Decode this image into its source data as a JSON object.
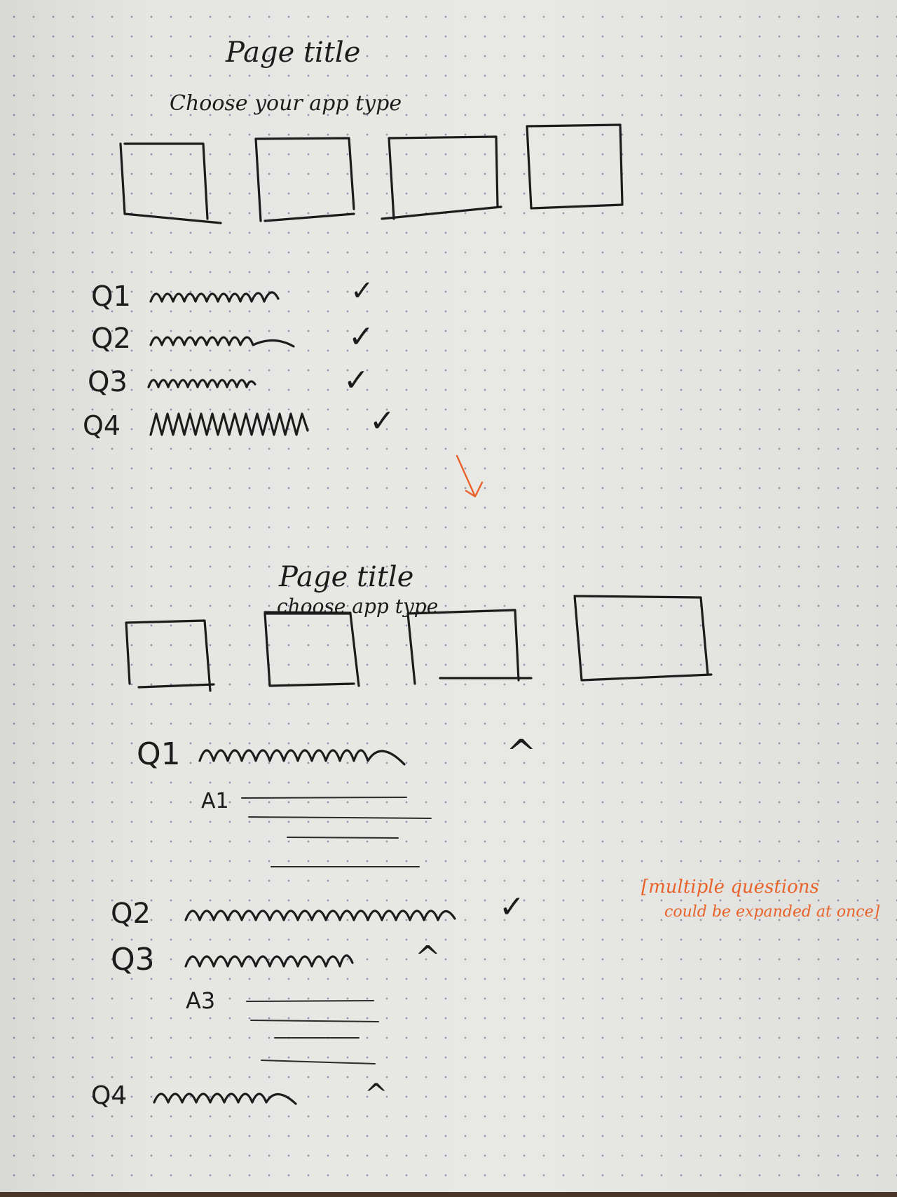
{
  "sketch_top": {
    "title": "Page title",
    "subtitle": "Choose your app type",
    "questions": [
      {
        "label": "Q1",
        "indicator": "✓"
      },
      {
        "label": "Q2",
        "indicator": "✓"
      },
      {
        "label": "Q3",
        "indicator": "✓"
      },
      {
        "label": "Q4",
        "indicator": "✓"
      }
    ]
  },
  "sketch_bottom": {
    "title": "Page title",
    "subtitle": "choose app type",
    "questions": [
      {
        "label": "Q1",
        "indicator": "^",
        "answer_label": "A1"
      },
      {
        "label": "Q2",
        "indicator": "✓"
      },
      {
        "label": "Q3",
        "indicator": "^",
        "answer_label": "A3"
      },
      {
        "label": "Q4",
        "indicator": "^"
      }
    ]
  },
  "annotation": {
    "line1": "[multiple questions",
    "line2": "could be expanded at once]"
  },
  "colors": {
    "ink": "#1c1c1c",
    "annotation": "#e8622a",
    "paper": "#e6e6e3",
    "grid_dots": "#8a8fb0"
  }
}
